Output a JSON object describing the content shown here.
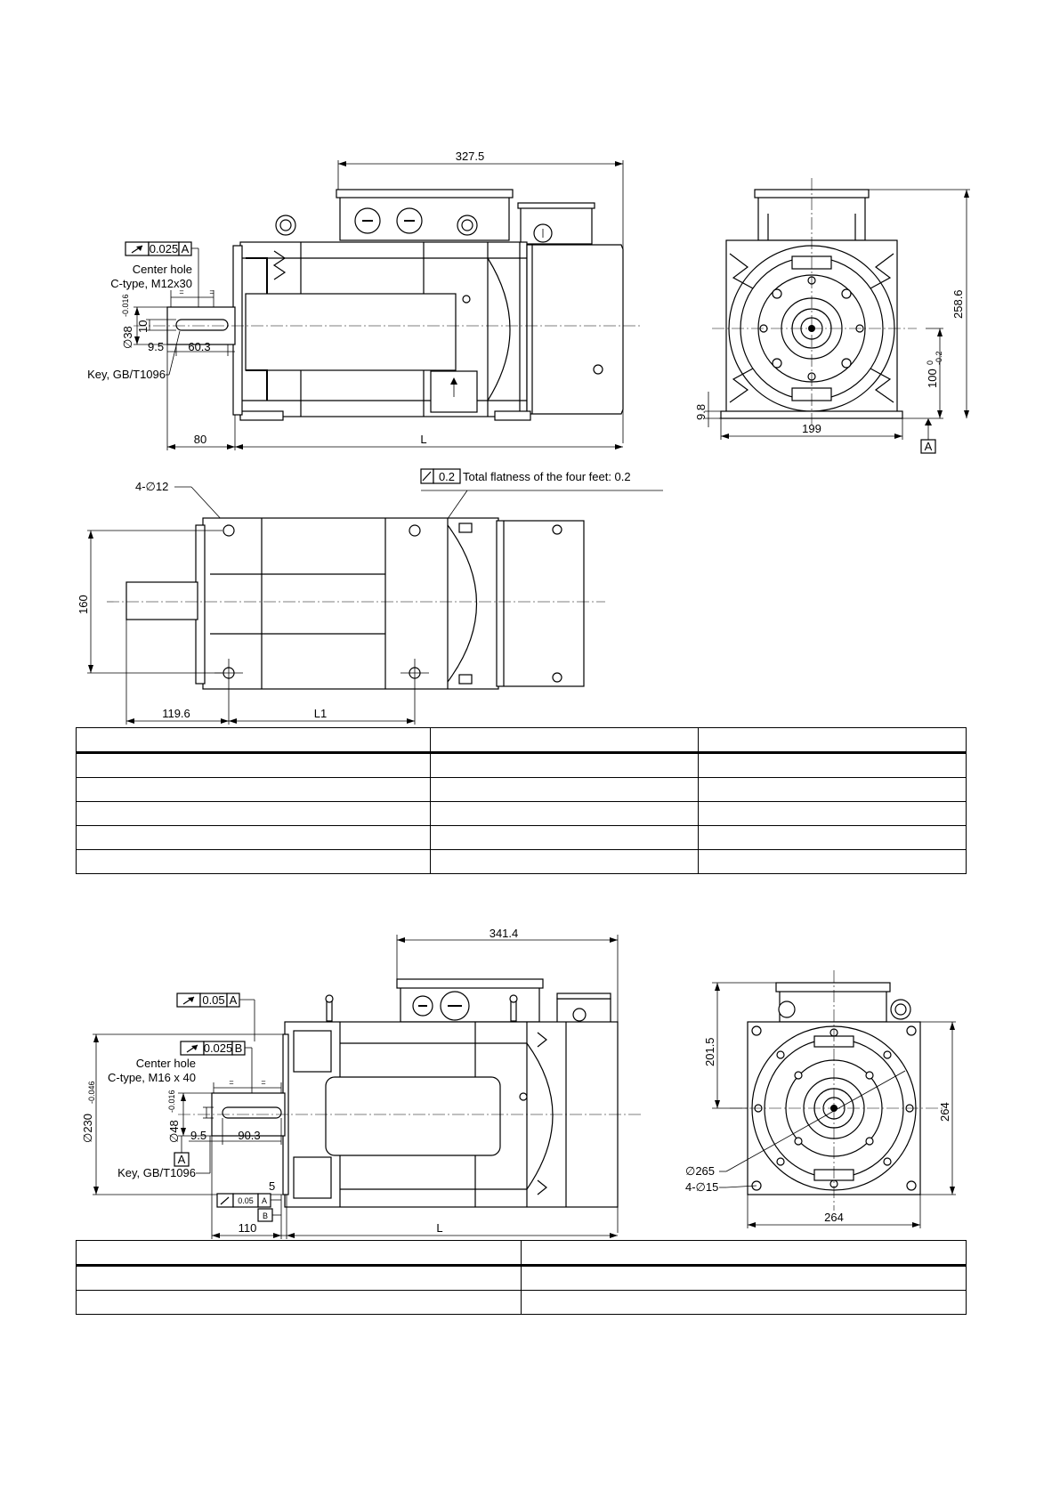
{
  "motor1": {
    "dims": {
      "box_width": "327.5",
      "height_overall": "258.6",
      "shaft_height": "100",
      "shaft_height_tol_upper": "0",
      "shaft_height_tol_lower": "-0.2",
      "foot_thickness": "9.8",
      "foot_width": "199",
      "shaft_length": "80",
      "length": "L",
      "shaft_diameter": "∅38",
      "shaft_diameter_tol": "-0.016",
      "key_height": "10",
      "key_offset": "9.5",
      "key_length": "60.3",
      "foot_hole_dist_a": "119.6",
      "foot_hole_dist_b": "L1",
      "foot_spacing": "160",
      "foot_holes": "4-∅12"
    },
    "notes": {
      "center_hole_line1": "Center hole",
      "center_hole_line2": "C-type, M12x30",
      "key": "Key, GB/T1096",
      "flatness_value": "0.2",
      "flatness_text": "Total flatness of the four feet: 0.2"
    },
    "tolerance": {
      "value": "0.025",
      "datum": "A"
    },
    "datum": "A"
  },
  "table1": {
    "rows": [
      [
        "",
        "",
        ""
      ],
      [
        "",
        "",
        ""
      ],
      [
        "",
        "",
        ""
      ],
      [
        "",
        "",
        ""
      ],
      [
        "",
        "",
        ""
      ],
      [
        "",
        "",
        ""
      ]
    ]
  },
  "motor2": {
    "dims": {
      "box_width": "341.4",
      "flange_diameter": "∅230",
      "flange_tol": "-0.046",
      "shaft_diameter": "∅48",
      "shaft_diameter_tol": "-0.016",
      "key_offset": "9.5",
      "key_length": "90.3",
      "flange_thickness": "5",
      "shaft_length": "110",
      "length": "L",
      "height_to_axis": "201.5",
      "square_height": "264",
      "square_width": "264",
      "pcd": "∅265",
      "holes": "4-∅15"
    },
    "notes": {
      "center_hole_line1": "Center hole",
      "center_hole_line2": "C-type, M16 x 40",
      "key": "Key, GB/T1096"
    },
    "tol_runout_1": {
      "value": "0.05",
      "datum": "A"
    },
    "tol_runout_2": {
      "value": "0.025",
      "datum": "B"
    },
    "tol_runout_3": {
      "value": "0.05",
      "datum": "A"
    },
    "datum_a": "A",
    "datum_b": "B"
  },
  "table2": {
    "rows": [
      [
        "",
        ""
      ],
      [
        "",
        ""
      ],
      [
        "",
        ""
      ]
    ]
  }
}
